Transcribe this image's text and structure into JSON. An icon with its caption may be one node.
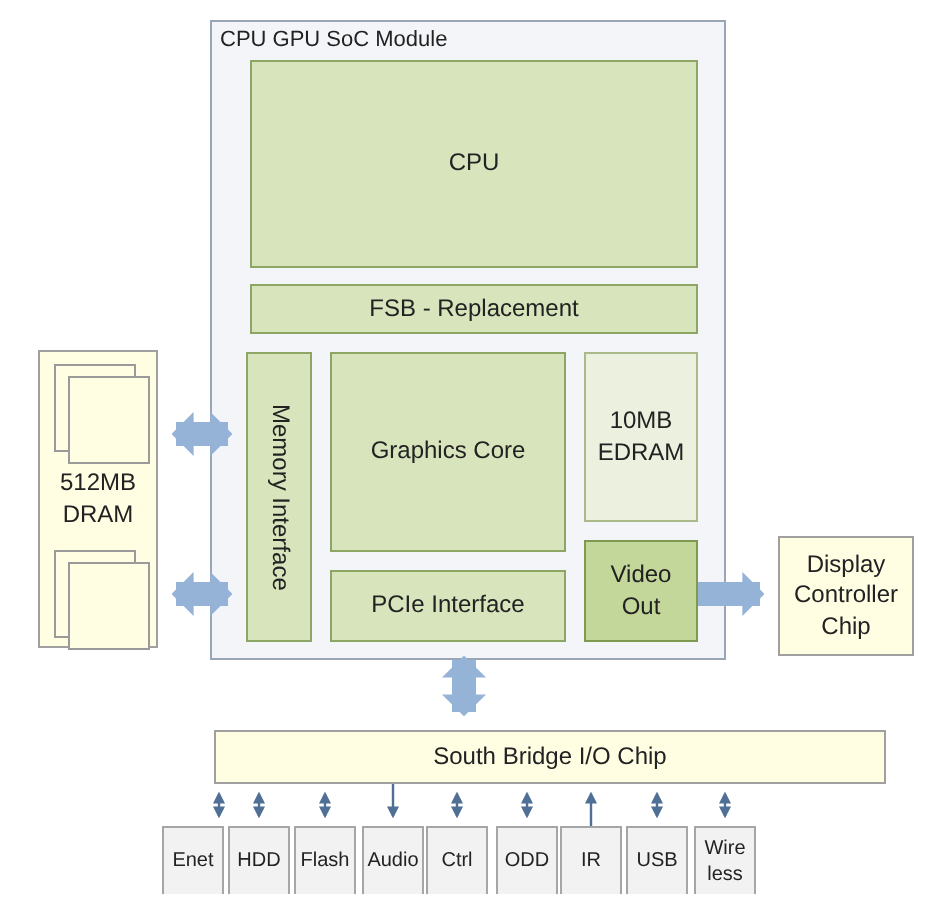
{
  "diagram": {
    "nodes": [
      {
        "text": [
          "CPU GPU SoC Module"
        ]
      },
      {
        "text": [
          "CPU"
        ],
        "in": 0
      },
      {
        "text": [
          "FSB - Replacement"
        ],
        "in": 0
      },
      {
        "text": [
          "Memory Interface"
        ],
        "in": 0
      },
      {
        "text": [
          "Graphics Core"
        ],
        "in": 0
      },
      {
        "text": [
          "10MB EDRAM"
        ],
        "in": 0
      },
      {
        "text": [
          "PCIe Interface"
        ],
        "in": 0
      },
      {
        "text": [
          "Video Out"
        ],
        "in": 0
      },
      {
        "text": [
          "512MB DRAM"
        ]
      },
      {
        "text": [
          "Display Controller Chip"
        ]
      },
      {
        "text": [
          "South Bridge I/O Chip"
        ]
      },
      {
        "text": [
          "Enet"
        ]
      },
      {
        "text": [
          "HDD"
        ]
      },
      {
        "text": [
          "Flash"
        ]
      },
      {
        "text": [
          "Audio"
        ]
      },
      {
        "text": [
          "Ctrl"
        ]
      },
      {
        "text": [
          "ODD"
        ]
      },
      {
        "text": [
          "IR"
        ]
      },
      {
        "text": [
          "USB"
        ]
      },
      {
        "text": [
          "Wire less"
        ]
      }
    ],
    "edges": [
      {
        "from": 8,
        "to": 3,
        "arrow": "both",
        "style": "thick",
        "color": "#95b3d7"
      },
      {
        "from": 8,
        "to": 3,
        "arrow": "both",
        "style": "thick",
        "color": "#95b3d7"
      },
      {
        "from": 7,
        "to": 9,
        "arrow": "to",
        "style": "thick",
        "color": "#95b3d7"
      },
      {
        "from": 6,
        "to": 10,
        "arrow": "both",
        "style": "thick",
        "color": "#95b3d7"
      },
      {
        "from": 10,
        "to": 11,
        "arrow": "both"
      },
      {
        "from": 10,
        "to": 12,
        "arrow": "both"
      },
      {
        "from": 10,
        "to": 13,
        "arrow": "both"
      },
      {
        "from": 10,
        "to": 14,
        "arrow": "to"
      },
      {
        "from": 10,
        "to": 15,
        "arrow": "both"
      },
      {
        "from": 10,
        "to": 16,
        "arrow": "both"
      },
      {
        "from": 17,
        "to": 10,
        "arrow": "to"
      },
      {
        "from": 10,
        "to": 18,
        "arrow": "both"
      },
      {
        "from": 10,
        "to": 19,
        "arrow": "both"
      }
    ]
  }
}
